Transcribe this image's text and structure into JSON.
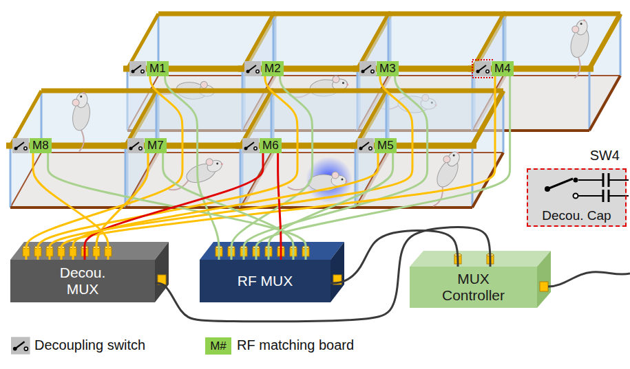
{
  "diagram": {
    "nodes": [
      {
        "text": [
          "M1"
        ]
      },
      {
        "text": [
          "M2"
        ]
      },
      {
        "text": [
          "M3"
        ]
      },
      {
        "text": [
          "M4"
        ]
      },
      {
        "text": [
          "M8"
        ]
      },
      {
        "text": [
          "M7"
        ]
      },
      {
        "text": [
          "M6"
        ]
      },
      {
        "text": [
          "M5"
        ]
      },
      {
        "text": [
          "SW4",
          "Decou. Cap"
        ]
      },
      {
        "text": [
          "Decou. MUX"
        ]
      },
      {
        "text": [
          "RF MUX"
        ]
      },
      {
        "text": [
          "MUX Controller"
        ]
      }
    ],
    "edges": [
      {
        "from": 0,
        "to": 9,
        "arrow": "none"
      },
      {
        "from": 0,
        "to": 10,
        "arrow": "none"
      },
      {
        "from": 1,
        "to": 9,
        "arrow": "none"
      },
      {
        "from": 1,
        "to": 10,
        "arrow": "none"
      },
      {
        "from": 2,
        "to": 9,
        "arrow": "none"
      },
      {
        "from": 2,
        "to": 10,
        "arrow": "none"
      },
      {
        "from": 3,
        "to": 9,
        "arrow": "none"
      },
      {
        "from": 3,
        "to": 10,
        "arrow": "none"
      },
      {
        "from": 4,
        "to": 9,
        "arrow": "none"
      },
      {
        "from": 4,
        "to": 10,
        "arrow": "none"
      },
      {
        "from": 5,
        "to": 9,
        "arrow": "none"
      },
      {
        "from": 5,
        "to": 10,
        "arrow": "none"
      },
      {
        "from": 6,
        "to": 9,
        "arrow": "none"
      },
      {
        "from": 6,
        "to": 10,
        "arrow": "none"
      },
      {
        "from": 7,
        "to": 9,
        "arrow": "none"
      },
      {
        "from": 7,
        "to": 10,
        "arrow": "none"
      },
      {
        "from": 9,
        "to": 11,
        "arrow": "none"
      },
      {
        "from": 10,
        "to": 11,
        "arrow": "none"
      }
    ],
    "labels": [
      "M#"
    ],
    "legend": [
      {
        "text": "Decoupling switch"
      },
      {
        "text": "RF matching board",
        "color": "#92d050"
      }
    ]
  }
}
